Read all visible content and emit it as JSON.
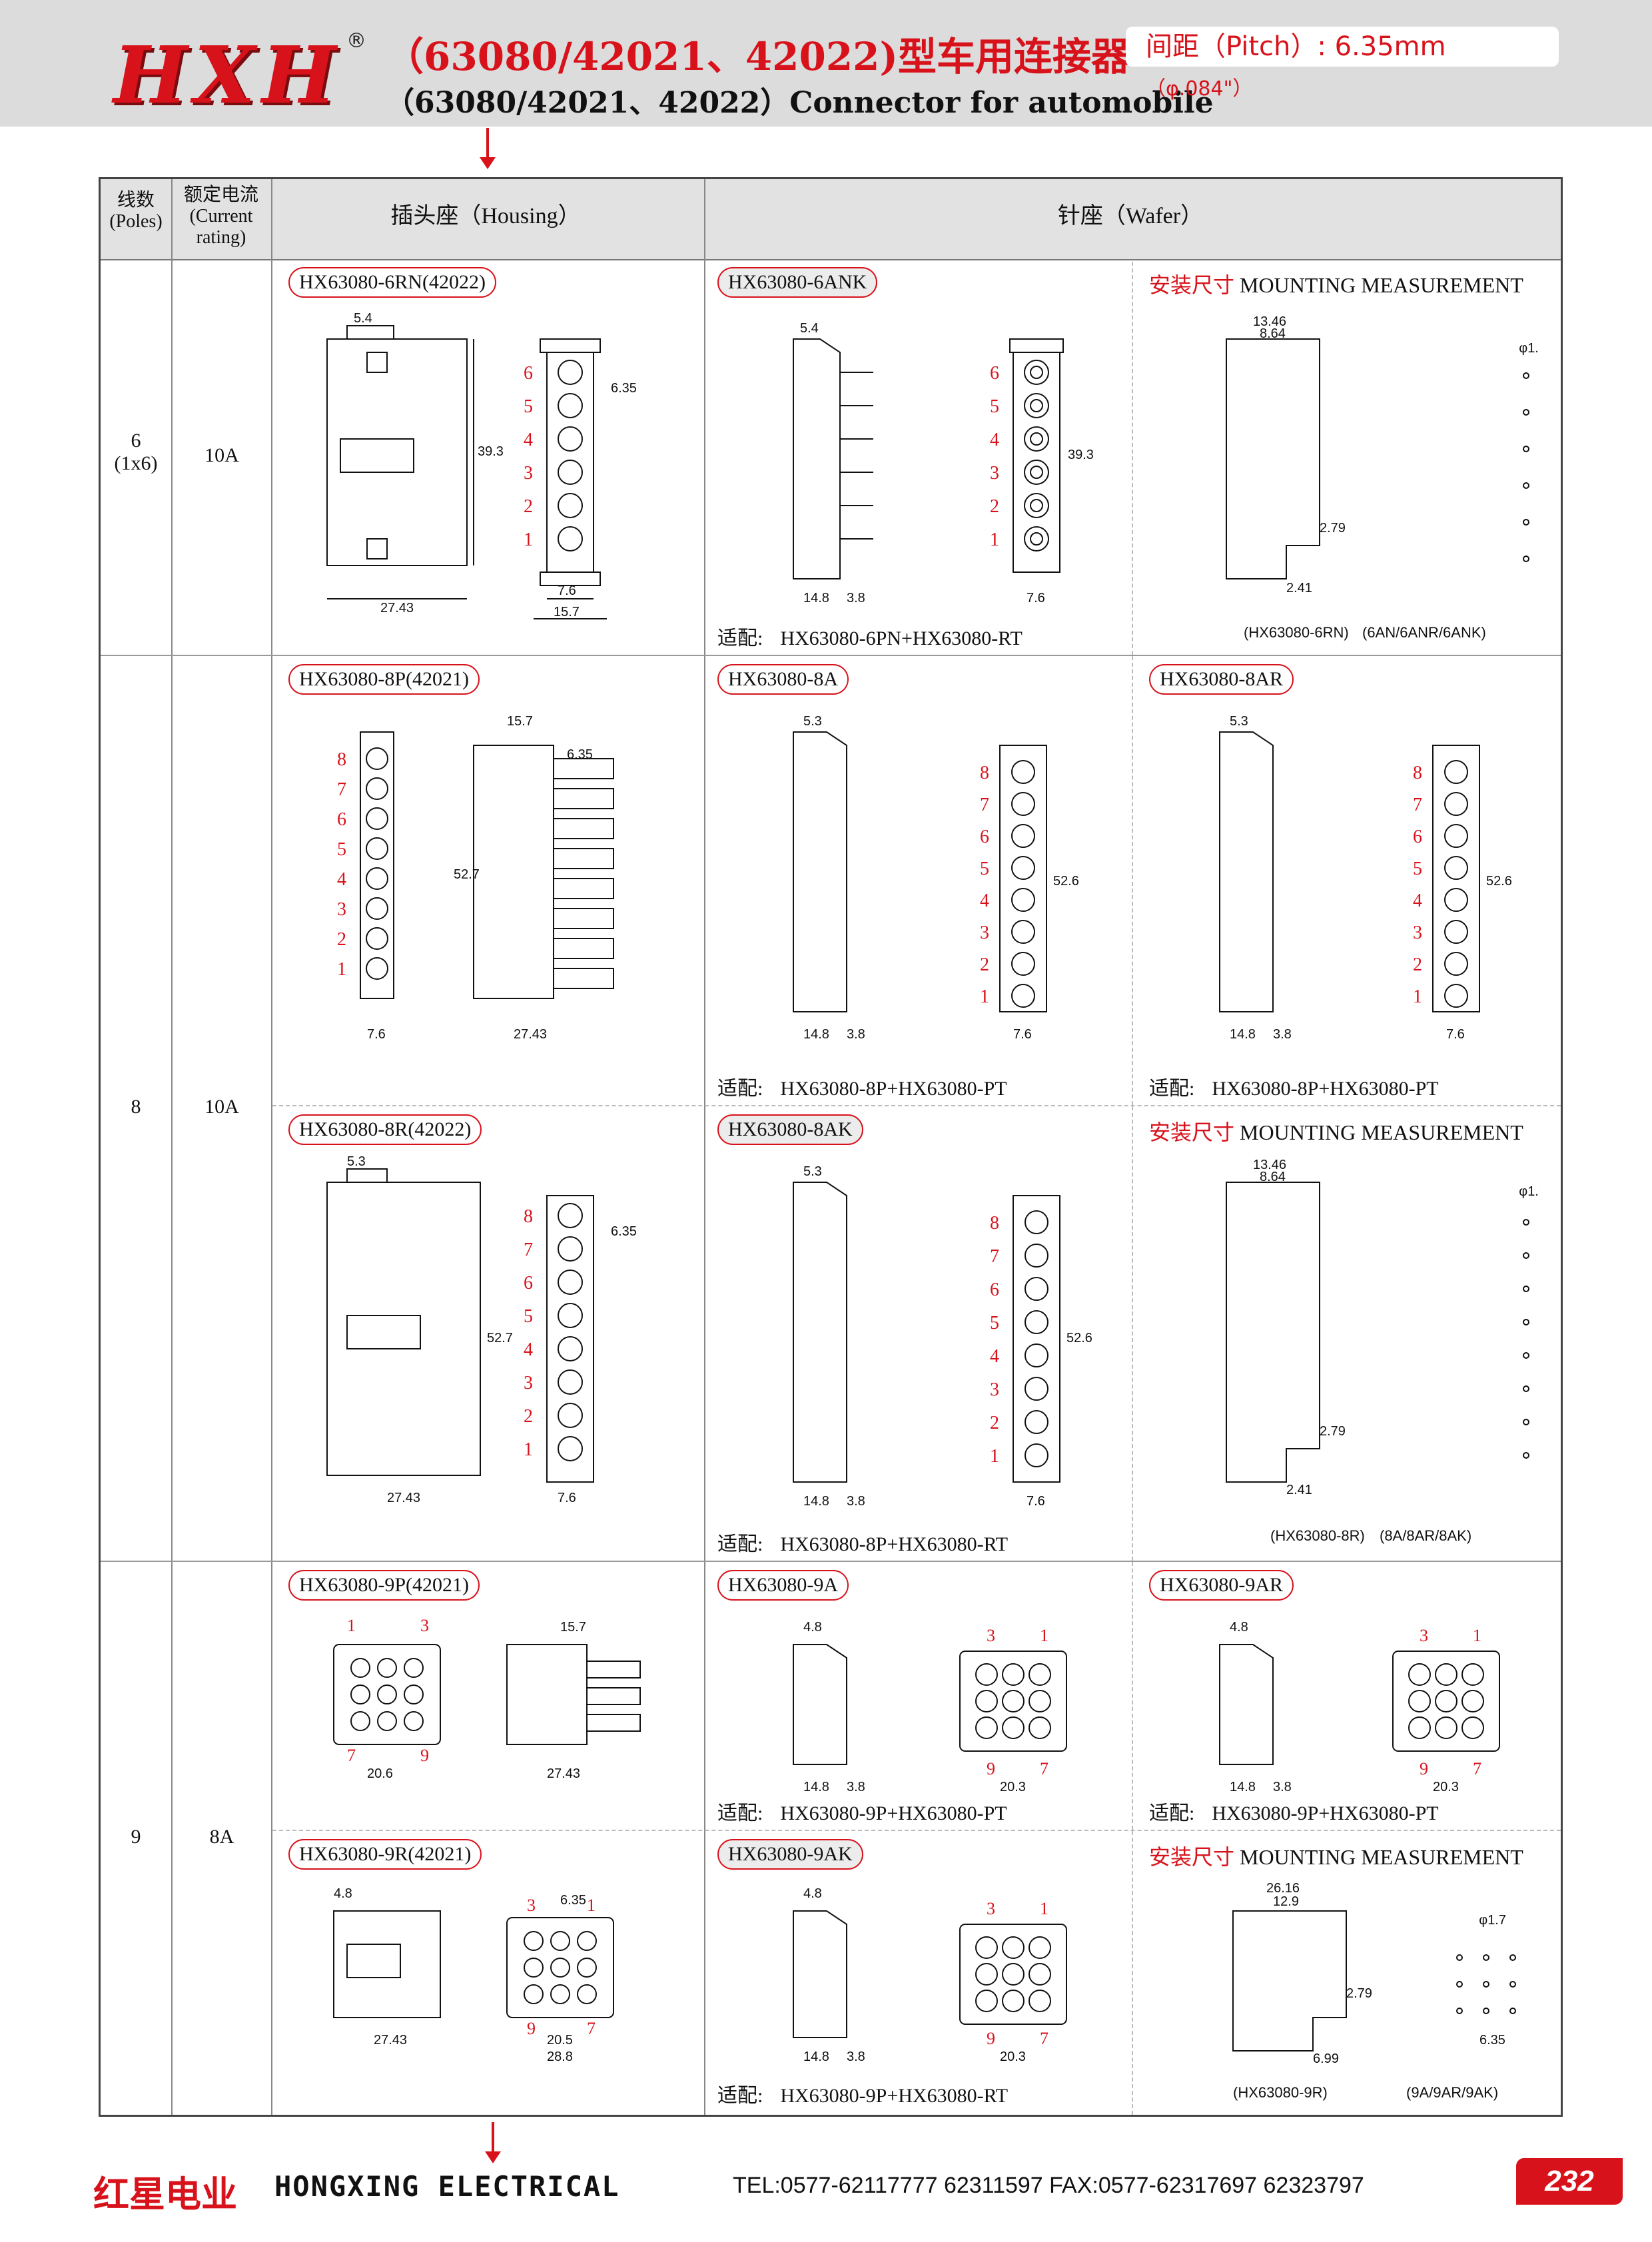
{
  "header": {
    "logo": "HXH",
    "registered": "®",
    "title_cn": "（63080/42021、42022)型车用连接器",
    "title_en": "（63080/42021、42022）Connector for automobile",
    "pitch_label": "间距（Pitch）:",
    "pitch_value": "6.35mm",
    "pitch_inch": "（φ.084\"）"
  },
  "table_head": {
    "poles_cn": "线数",
    "poles_en": "(Poles)",
    "current_cn": "额定电流",
    "current_en1": "(Current",
    "current_en2": "rating)",
    "housing": "插头座（Housing）",
    "wafer": "针座（Wafer）"
  },
  "rows": [
    {
      "poles": "6",
      "poles_sub": "(1x6)",
      "current": "10A"
    },
    {
      "poles": "8",
      "poles_sub": "",
      "current": "10A"
    },
    {
      "poles": "9",
      "poles_sub": "",
      "current": "8A"
    }
  ],
  "parts": {
    "p6rn": "HX63080-6RN(42022)",
    "p6ank": "HX63080-6ANK",
    "p8p": "HX63080-8P(42021)",
    "p8a": "HX63080-8A",
    "p8ar": "HX63080-8AR",
    "p8r": "HX63080-8R(42022)",
    "p8ak": "HX63080-8AK",
    "p9p": "HX63080-9P(42021)",
    "p9a": "HX63080-9A",
    "p9ar": "HX63080-9AR",
    "p9r": "HX63080-9R(42021)",
    "p9ak": "HX63080-9AK"
  },
  "mount": {
    "cn": "安装尺寸",
    "en": "MOUNTING MEASUREMENT"
  },
  "fit_prefix": "适配:",
  "fits": {
    "f6ank": "HX63080-6PN+HX63080-RT",
    "f8a": "HX63080-8P+HX63080-PT",
    "f8ar": "HX63080-8P+HX63080-PT",
    "f8ak": "HX63080-8P+HX63080-RT",
    "f9a": "HX63080-9P+HX63080-PT",
    "f9ar": "HX63080-9P+HX63080-PT",
    "f9ak": "HX63080-9P+HX63080-RT"
  },
  "captions": {
    "m6a": "(HX63080-6RN)",
    "m6b": "(6AN/6ANR/6ANK)",
    "m8a": "(HX63080-8R)",
    "m8b": "(8A/8AR/8AK)",
    "m9a": "(HX63080-9R)",
    "m9b": "(9A/9AR/9AK)"
  },
  "footer": {
    "brand_cn": "红星电业",
    "brand_en": "HONGXING ELECTRICAL",
    "contact": "TEL:0577-62117777   62311597      FAX:0577-62317697   62323797",
    "page": "232"
  },
  "colors": {
    "accent": "#d8121b",
    "header_bg": "#dcdcdc",
    "table_head_bg": "#e2e2e2"
  }
}
